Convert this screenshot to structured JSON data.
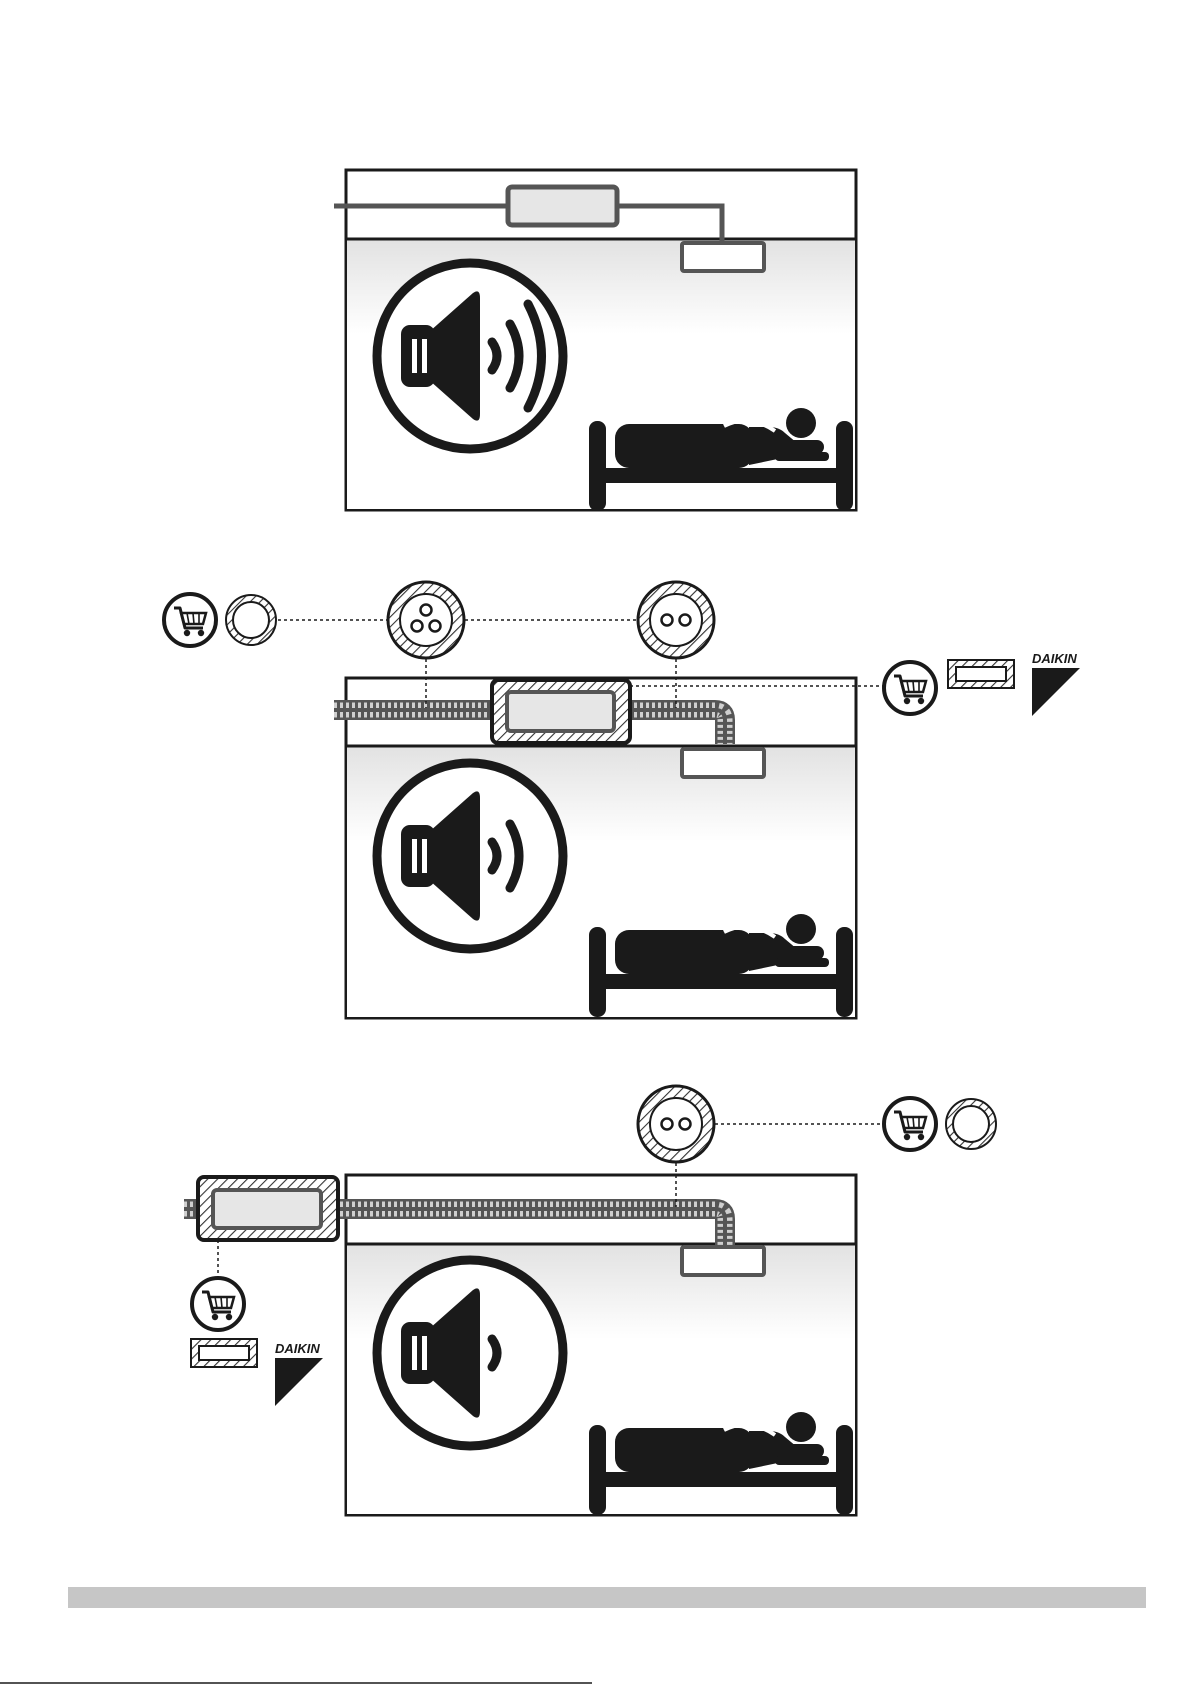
{
  "brand": {
    "logo_text": "DAIKIN"
  },
  "scenes": [
    {
      "id": "scene-1",
      "sound_level": 3,
      "duct_insulated": false,
      "external_silencer": false
    },
    {
      "id": "scene-2",
      "sound_level": 2,
      "duct_insulated": true,
      "external_silencer": false
    },
    {
      "id": "scene-3",
      "sound_level": 1,
      "duct_insulated": true,
      "external_silencer": true
    }
  ],
  "icons": {
    "sound": "speaker-icon",
    "sleep": "person-sleeping-in-bed-icon",
    "cart": "shopping-cart-icon",
    "brand": "daikin-logo-icon"
  },
  "colors": {
    "outline": "#1a1a1a",
    "pipe": "#555555",
    "unit_fill": "#e6e6e6",
    "room_gradient_top": "#e4e4e4",
    "footer_bar": "#c6c6c6"
  }
}
